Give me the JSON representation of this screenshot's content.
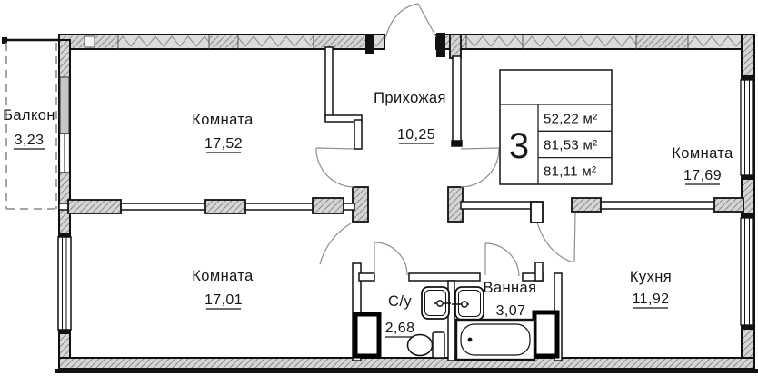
{
  "plan_title": "3-room apartment floor plan",
  "rooms": {
    "balcony": {
      "name": "Балкон",
      "area": "3,23"
    },
    "room_top_left": {
      "name": "Комната",
      "area": "17,52"
    },
    "hallway": {
      "name": "Прихожая",
      "area": "10,25"
    },
    "room_right": {
      "name": "Комната",
      "area": "17,69"
    },
    "room_bottom_left": {
      "name": "Комната",
      "area": "17,01"
    },
    "wc": {
      "name": "С/у",
      "area": "2,68"
    },
    "bathroom": {
      "name": "Ванная",
      "area": "3,07"
    },
    "kitchen": {
      "name": "Кухня",
      "area": "11,92"
    }
  },
  "stamp": {
    "rooms_count": "3",
    "area_living": "52,22 м²",
    "area_main": "81,53 м²",
    "area_total": "81,11 м²"
  },
  "colors": {
    "wall_fill": "#d9d9d9",
    "hatch_line": "#8a8a8a",
    "outline": "#111111",
    "door_arc": "#8f8f8f",
    "balcony_dash": "#9a9a9a"
  }
}
